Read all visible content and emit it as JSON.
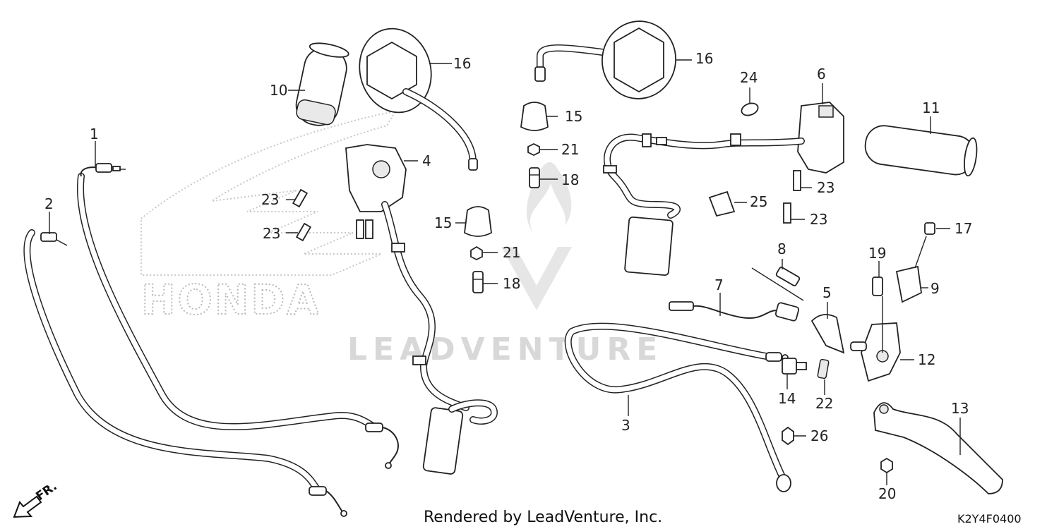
{
  "diagram": {
    "labels": {
      "p1": "1",
      "p2": "2",
      "p3": "3",
      "p4": "4",
      "p5": "5",
      "p6": "6",
      "p7": "7",
      "p8": "8",
      "p9": "9",
      "p10": "10",
      "p11": "11",
      "p12": "12",
      "p13": "13",
      "p14": "14",
      "p15a": "15",
      "p15b": "15",
      "p16a": "16",
      "p16b": "16",
      "p17": "17",
      "p18a": "18",
      "p18b": "18",
      "p19": "19",
      "p20": "20",
      "p21a": "21",
      "p21b": "21",
      "p22": "22",
      "p23a": "23",
      "p23b": "23",
      "p23c": "23",
      "p23d": "23",
      "p24": "24",
      "p25": "25",
      "p26": "26"
    },
    "watermark": "LEADVENTURE",
    "brand_logo_text": "HONDA",
    "front_arrow": "FR.",
    "footer": "Rendered by LeadVenture, Inc.",
    "diagram_code": "K2Y4F0400"
  }
}
